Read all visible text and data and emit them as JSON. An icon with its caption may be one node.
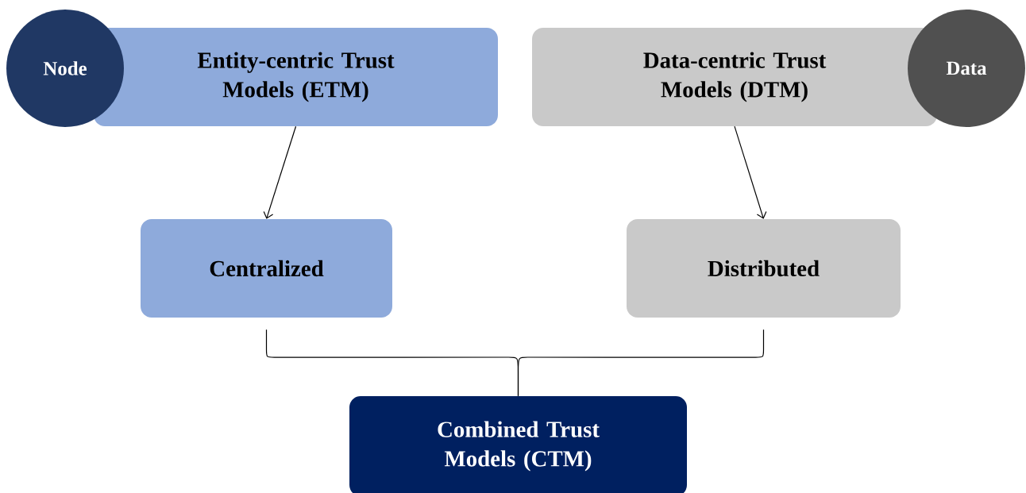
{
  "diagram": {
    "nodes": [
      {
        "text": [
          "Node"
        ]
      },
      {
        "text": [
          "Entity-centric Trust Models (ETM)"
        ]
      },
      {
        "text": [
          "Data-centric Trust Models (DTM)"
        ]
      },
      {
        "text": [
          "Data"
        ]
      },
      {
        "text": [
          "Centralized"
        ]
      },
      {
        "text": [
          "Distributed"
        ]
      },
      {
        "text": [
          "Combined Trust Models (CTM)"
        ]
      }
    ],
    "edges": [
      {
        "from": 1,
        "to": 4,
        "arrow": "to"
      },
      {
        "from": 2,
        "to": 5,
        "arrow": "to"
      },
      {
        "from": 4,
        "to": 6,
        "arrow": "none"
      },
      {
        "from": 5,
        "to": 6,
        "arrow": "none"
      }
    ]
  }
}
